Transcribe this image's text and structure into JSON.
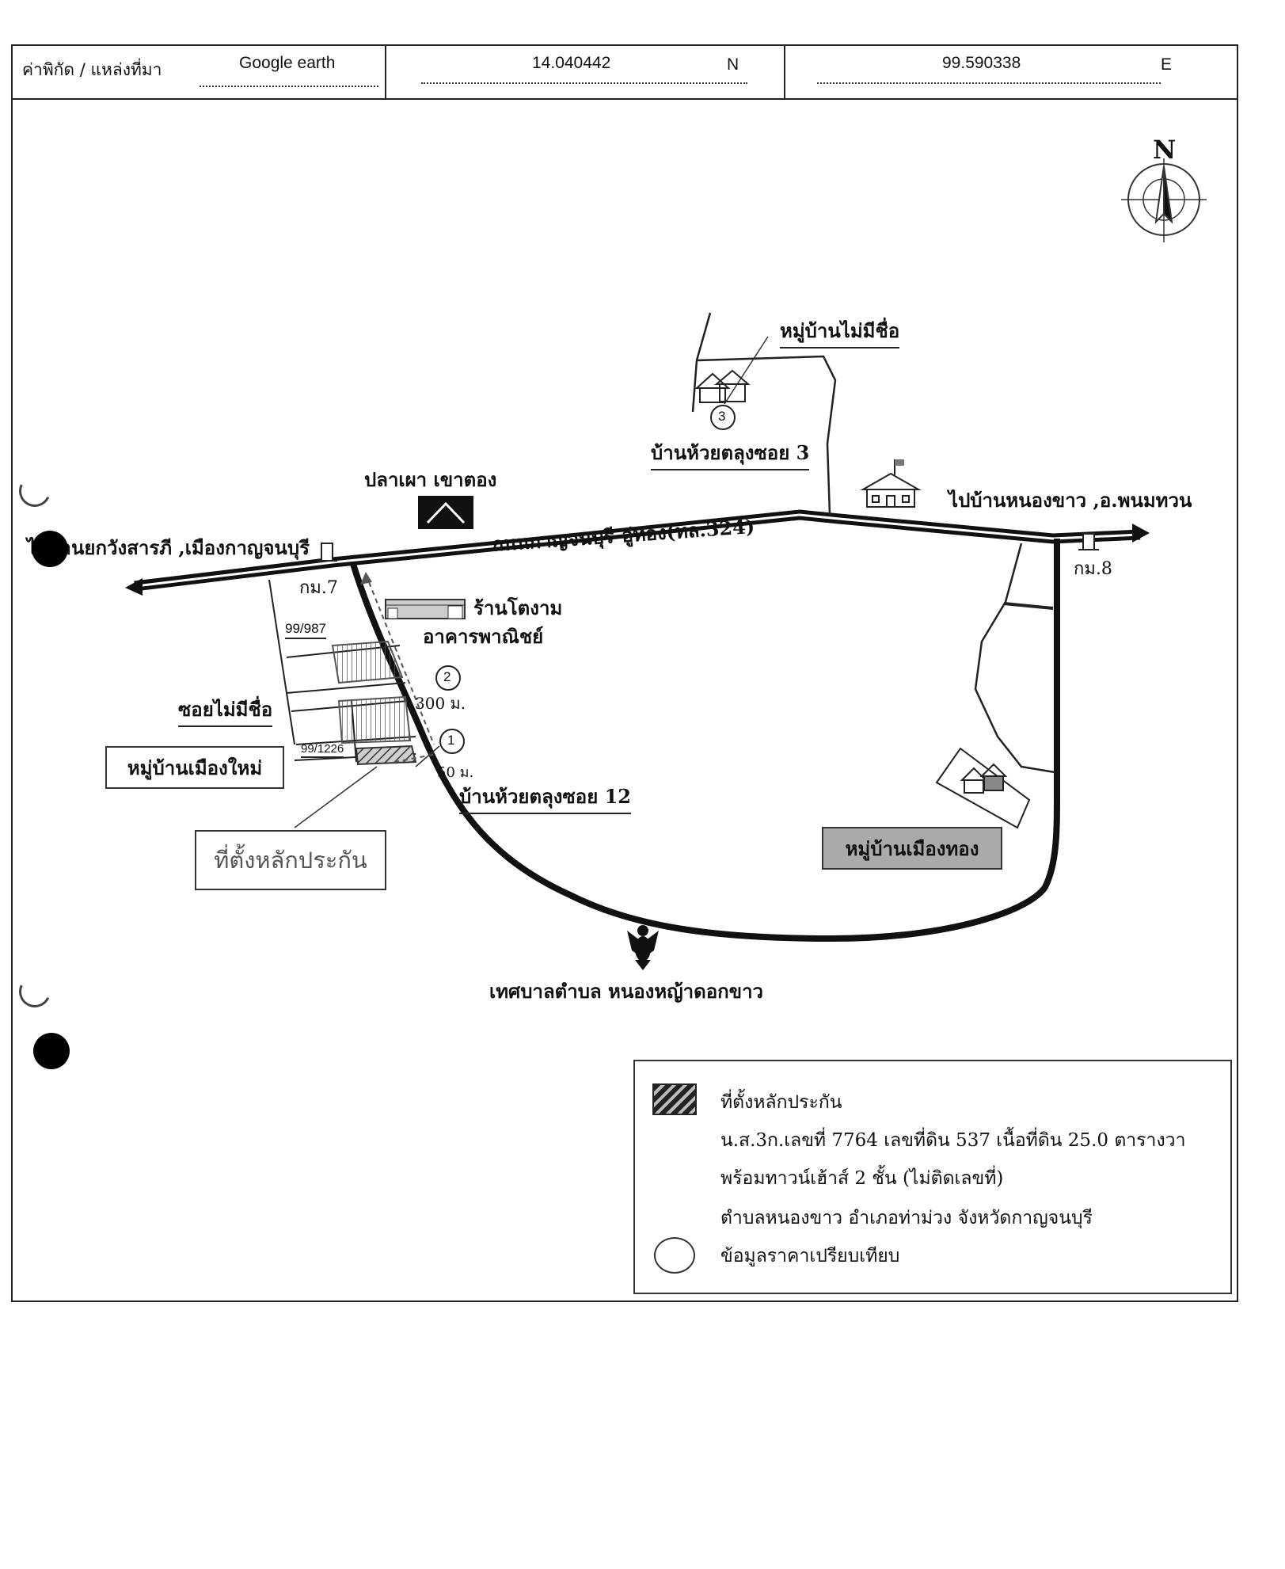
{
  "header": {
    "coord_label": "ค่าพิกัด / แหล่งที่มา",
    "source": "Google earth",
    "latitude": "14.040442",
    "lat_suffix": "N",
    "longitude": "99.590338",
    "lon_suffix": "E"
  },
  "compass": {
    "north_label": "N"
  },
  "map": {
    "village_unnamed": "หมู่บ้านไม่มีชื่อ",
    "soi3": "บ้านห้วยตลุงซอย 3",
    "restaurant": "ปลาเผา เขาตอง",
    "to_west": "ไปบ้านยกวังสารภี ,เมืองกาญจนบุรี",
    "to_east": "ไปบ้านหนองขาว ,อ.พนมทวน",
    "road_name": "ถนนกาญจนบุรี-อู่ทอง(ทล.324)",
    "km7": "กม.7",
    "km8": "กม.8",
    "shop": "ร้านโตงาม",
    "commercial": "อาคารพาณิชย์",
    "plot1": "99/987",
    "plot2": "99/1226",
    "soi_unnamed": "ซอยไม่มีชื่อ",
    "village_new": "หมู่บ้านเมืองใหม่",
    "dist2": "300 ม.",
    "dist1": "50 ม.",
    "soi12": "บ้านห้วยตลุงซอย 12",
    "collateral_site": "ที่ตั้งหลักประกัน",
    "village_thong": "หมู่บ้านเมืองทอง",
    "municipality": "เทศบาลตำบล หนองหญ้าดอกขาว",
    "marker1": "1",
    "marker2": "2",
    "marker3": "3"
  },
  "legend": {
    "collateral_title": "ที่ตั้งหลักประกัน",
    "deed": "น.ส.3ก.เลขที่ 7764 เลขที่ดิน 537 เนื้อที่ดิน 25.0 ตารางวา",
    "building": "พร้อมทาวน์เฮ้าส์ 2 ชั้น (ไม่ติดเลขที่)",
    "location": "ตำบลหนองขาว อำเภอท่าม่วง จังหวัดกาญจนบุรี",
    "comparison": "ข้อมูลราคาเปรียบเทียบ"
  }
}
